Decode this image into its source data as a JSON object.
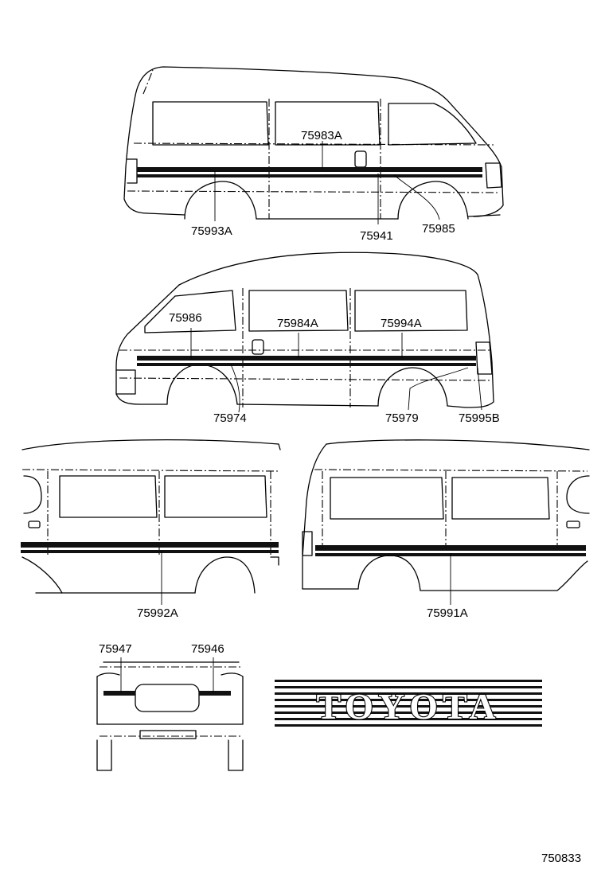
{
  "diagram_id": "750833",
  "logo_text": "TOYOTA",
  "labels": {
    "p75983A": "75983A",
    "p75993A": "75993A",
    "p75941": "75941",
    "p75985": "75985",
    "p75986": "75986",
    "p75984A": "75984A",
    "p75994A": "75994A",
    "p75974": "75974",
    "p75979": "75979",
    "p75995B": "75995B",
    "p75992A": "75992A",
    "p75991A": "75991A",
    "p75947": "75947",
    "p75946": "75946"
  }
}
